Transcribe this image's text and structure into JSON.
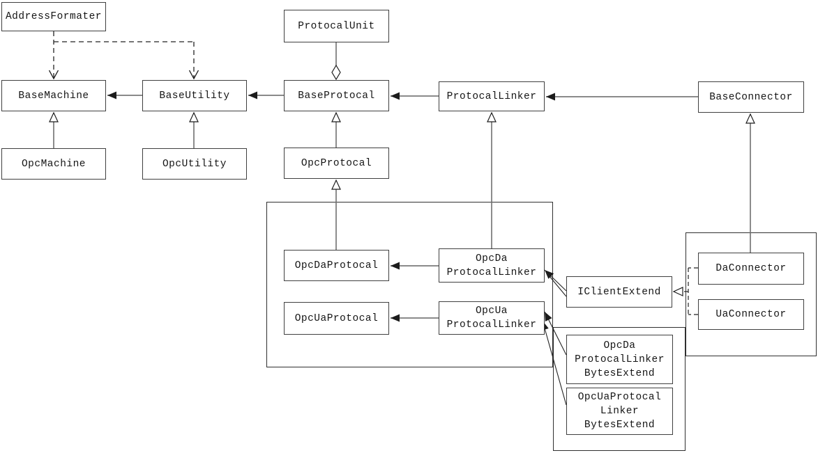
{
  "diagram": {
    "kind": "uml-class-diagram",
    "nodes": {
      "addressFormater": {
        "label": "AddressFormater"
      },
      "protocalUnit": {
        "label": "ProtocalUnit"
      },
      "baseMachine": {
        "label": "BaseMachine"
      },
      "baseUtility": {
        "label": "BaseUtility"
      },
      "baseProtocal": {
        "label": "BaseProtocal"
      },
      "protocalLinker": {
        "label": "ProtocalLinker"
      },
      "baseConnector": {
        "label": "BaseConnector"
      },
      "opcMachine": {
        "label": "OpcMachine"
      },
      "opcUtility": {
        "label": "OpcUtility"
      },
      "opcProtocal": {
        "label": "OpcProtocal"
      },
      "opcDaProtocal": {
        "label": "OpcDaProtocal"
      },
      "opcUaProtocal": {
        "label": "OpcUaProtocal"
      },
      "opcDaProtocalLinker": {
        "label": "OpcDa\nProtocalLinker"
      },
      "opcUaProtocalLinker": {
        "label": "OpcUa\nProtocalLinker"
      },
      "iClientExtend": {
        "label": "IClientExtend"
      },
      "daConnector": {
        "label": "DaConnector"
      },
      "uaConnector": {
        "label": "UaConnector"
      },
      "opcDaProtocalLinkerBytesExtend": {
        "label": "OpcDa\nProtocalLinker\nBytesExtend"
      },
      "opcUaProtocalLinkerBytesExtend": {
        "label": "OpcUaProtocal\nLinker\nBytesExtend"
      }
    },
    "relations": [
      {
        "from": "AddressFormater",
        "to": "BaseMachine",
        "type": "dependency"
      },
      {
        "from": "AddressFormater",
        "to": "BaseUtility",
        "type": "dependency"
      },
      {
        "from": "BaseUtility",
        "to": "BaseMachine",
        "type": "association"
      },
      {
        "from": "BaseProtocal",
        "to": "BaseUtility",
        "type": "association"
      },
      {
        "from": "ProtocalLinker",
        "to": "BaseProtocal",
        "type": "association"
      },
      {
        "from": "BaseConnector",
        "to": "ProtocalLinker",
        "type": "association"
      },
      {
        "from": "ProtocalUnit",
        "to": "BaseProtocal",
        "type": "aggregation"
      },
      {
        "from": "OpcMachine",
        "to": "BaseMachine",
        "type": "inheritance"
      },
      {
        "from": "OpcUtility",
        "to": "BaseUtility",
        "type": "inheritance"
      },
      {
        "from": "OpcProtocal",
        "to": "BaseProtocal",
        "type": "inheritance"
      },
      {
        "from": "OpcDaProtocal",
        "to": "OpcProtocal",
        "type": "inheritance"
      },
      {
        "from": "OpcDaProtocalLinker",
        "to": "ProtocalLinker",
        "type": "inheritance"
      },
      {
        "from": "DaConnector",
        "to": "BaseConnector",
        "type": "inheritance"
      },
      {
        "from": "OpcDaProtocalLinker",
        "to": "OpcDaProtocal",
        "type": "association"
      },
      {
        "from": "OpcUaProtocalLinker",
        "to": "OpcUaProtocal",
        "type": "association"
      },
      {
        "from": "IClientExtend",
        "to": "OpcDaProtocalLinker",
        "type": "association"
      },
      {
        "from": "DaConnector",
        "to": "IClientExtend",
        "type": "realization"
      },
      {
        "from": "UaConnector",
        "to": "IClientExtend",
        "type": "realization"
      },
      {
        "from": "OpcDaProtocalLinkerBytesExtend",
        "to": "OpcUaProtocalLinker",
        "type": "association"
      },
      {
        "from": "OpcUaProtocalLinkerBytesExtend",
        "to": "OpcUaProtocalLinker",
        "type": "association"
      }
    ],
    "colors": {
      "background": "#ffffff",
      "box_border": "#3f3f3f",
      "group_border": "#2f2f2f",
      "line_gray": "#7a7a7a",
      "line_black": "#1c1c1c",
      "text": "#151515"
    }
  }
}
